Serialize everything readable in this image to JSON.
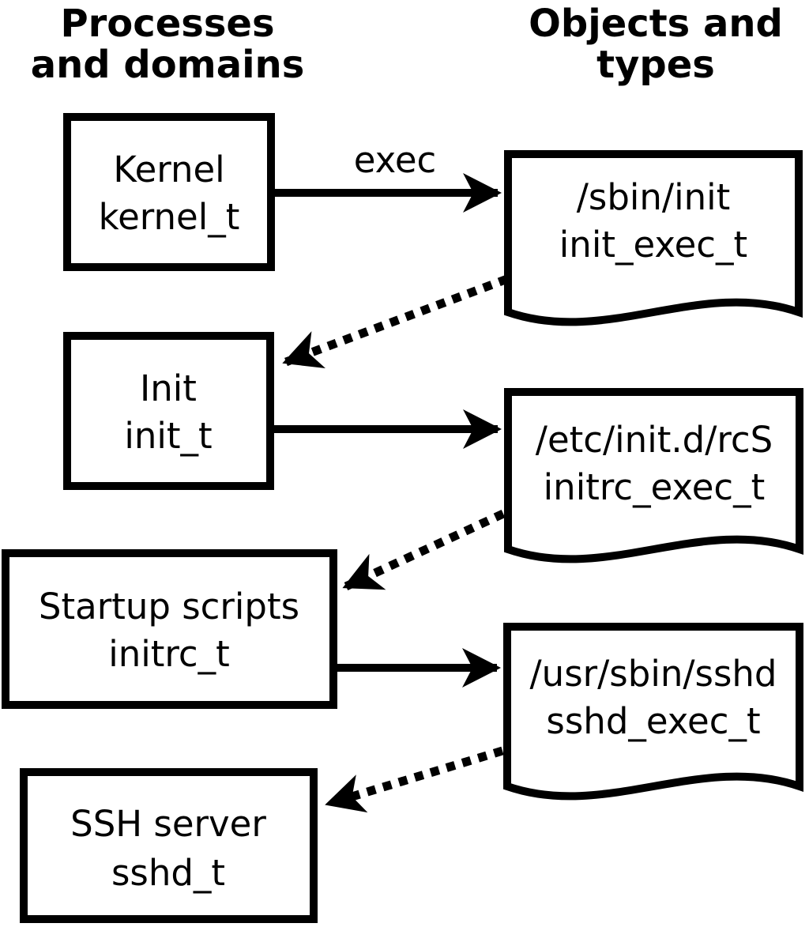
{
  "diagram": {
    "title_columns": {
      "left": {
        "line1": "Processes",
        "line2": "and domains"
      },
      "right": {
        "line1": "Objects and",
        "line2": "types"
      }
    },
    "process_nodes": [
      {
        "id": "kernel",
        "name": "Kernel",
        "domain": "kernel_t"
      },
      {
        "id": "init",
        "name": "Init",
        "domain": "init_t"
      },
      {
        "id": "startup-scripts",
        "name": "Startup scripts",
        "domain": "initrc_t"
      },
      {
        "id": "ssh-server",
        "name": "SSH server",
        "domain": "sshd_t"
      }
    ],
    "object_nodes": [
      {
        "id": "sbin-init",
        "path": "/sbin/init",
        "type": "init_exec_t"
      },
      {
        "id": "etc-initd-rcs",
        "path": "/etc/init.d/rcS",
        "type": "initrc_exec_t"
      },
      {
        "id": "usr-sbin-sshd",
        "path": "/usr/sbin/sshd",
        "type": "sshd_exec_t"
      }
    ],
    "edges": {
      "exec_label": "exec",
      "connections": [
        {
          "from": "Kernel",
          "to": "/sbin/init",
          "style": "solid",
          "label": "exec"
        },
        {
          "from": "/sbin/init",
          "to": "Init",
          "style": "dotted",
          "label": ""
        },
        {
          "from": "Init",
          "to": "/etc/init.d/rcS",
          "style": "solid",
          "label": ""
        },
        {
          "from": "/etc/init.d/rcS",
          "to": "Startup scripts",
          "style": "dotted",
          "label": ""
        },
        {
          "from": "Startup scripts",
          "to": "/usr/sbin/sshd",
          "style": "solid",
          "label": ""
        },
        {
          "from": "/usr/sbin/sshd",
          "to": "SSH server",
          "style": "dotted",
          "label": ""
        }
      ]
    },
    "colors": {
      "line": "#000000",
      "fill": "#ffffff",
      "text": "#000000",
      "background": "#ffffff"
    }
  }
}
